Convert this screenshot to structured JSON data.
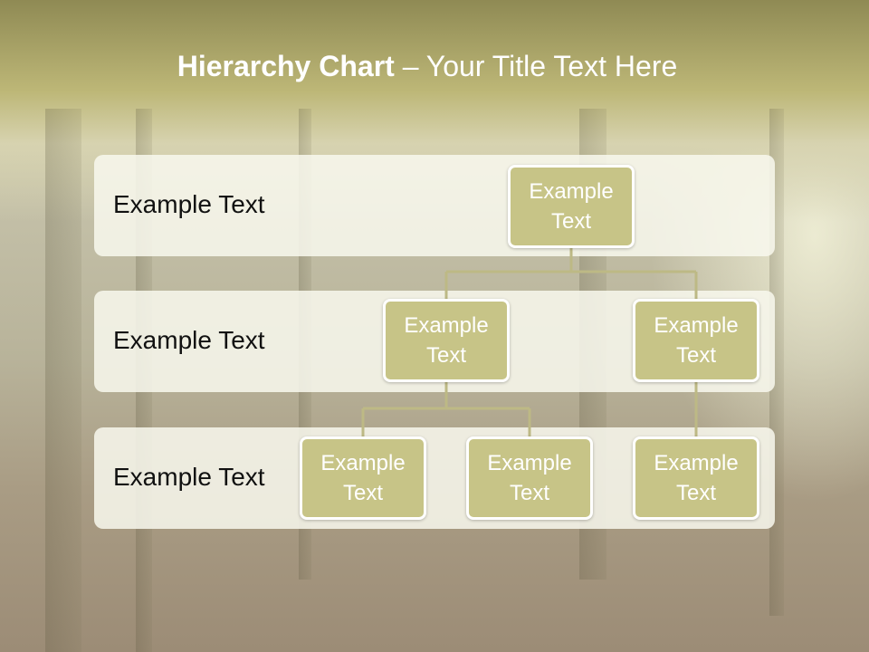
{
  "title": {
    "bold": "Hierarchy Chart",
    "dash": " – ",
    "rest": "Your Title Text Here"
  },
  "levels": [
    {
      "label": "Example Text"
    },
    {
      "label": "Example Text"
    },
    {
      "label": "Example Text"
    }
  ],
  "nodes": {
    "root": "Example Text",
    "child_left": "Example Text",
    "child_right": "Example Text",
    "grandchild_1": "Example Text",
    "grandchild_2": "Example Text",
    "grandchild_3": "Example Text"
  },
  "colors": {
    "node_fill": "#c7c487",
    "node_border": "#ffffff",
    "connector": "#bdb985",
    "band": "#f8f8ee"
  }
}
